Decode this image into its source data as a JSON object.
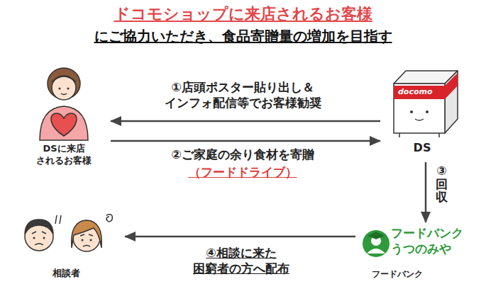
{
  "diagram": {
    "title": "ドコモショップに来店されるお客様",
    "nodes": [
      {
        "text": [
          "DSに来店 されるお客様"
        ]
      },
      {
        "text": [
          "DS"
        ]
      },
      {
        "text": [
          "フードバンク うつのみや",
          "フードバンク"
        ]
      },
      {
        "text": [
          "相談者"
        ]
      }
    ],
    "edges": [
      {
        "from": 1,
        "to": 0,
        "arrow": "to",
        "label": "①店頭ポスター貼り出し＆ インフォ配信等でお客様勧奨"
      },
      {
        "from": 0,
        "to": 1,
        "arrow": "to",
        "label": "②ご家庭の余り食材を寄贈"
      },
      {
        "from": 1,
        "to": 2,
        "arrow": "to",
        "label": "③回収"
      },
      {
        "from": 2,
        "to": 3,
        "arrow": "to",
        "label": "④相談に来た 困窮者の方へ配布"
      }
    ],
    "labels": [
      "にご協力いただき、食品寄贈量の増加を目指す",
      "（フードドライブ）",
      "docomo"
    ]
  }
}
